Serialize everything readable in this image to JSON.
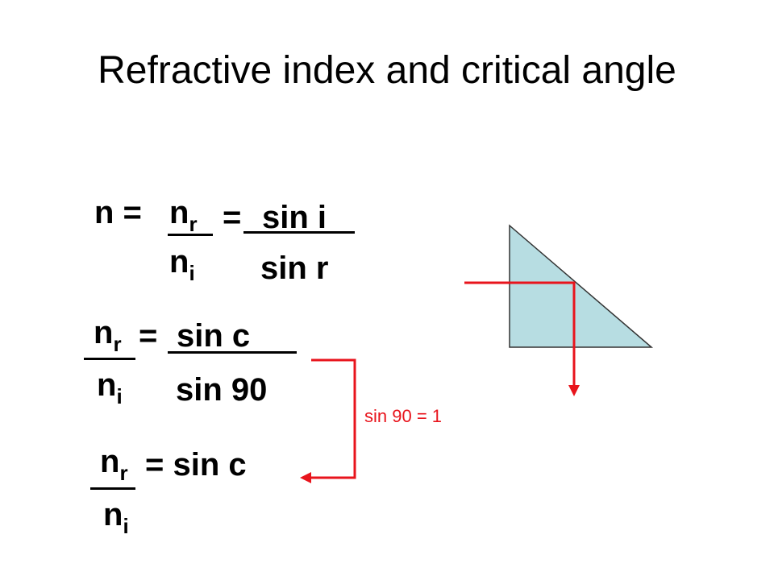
{
  "title": "Refractive index and critical angle",
  "equation1": {
    "lhs": "n =",
    "num_n": "n",
    "num_sub": "r",
    "den_n": "n",
    "den_sub": "i",
    "equals": "=",
    "sin_num": "sin i",
    "sin_den": "sin r"
  },
  "equation2": {
    "num_n": "n",
    "num_sub": "r",
    "den_n": "n",
    "den_sub": "i",
    "equals": "=",
    "sin_num": "sin c",
    "sin_den": "sin 90"
  },
  "equation3": {
    "num_n": "n",
    "num_sub": "r",
    "den_n": "n",
    "den_sub": "i",
    "rhs": "= sin c"
  },
  "note": "sin 90 = 1",
  "colors": {
    "text": "#000000",
    "ray": "#e8141c",
    "prism_fill": "#b7dde2",
    "prism_stroke": "#333333"
  }
}
